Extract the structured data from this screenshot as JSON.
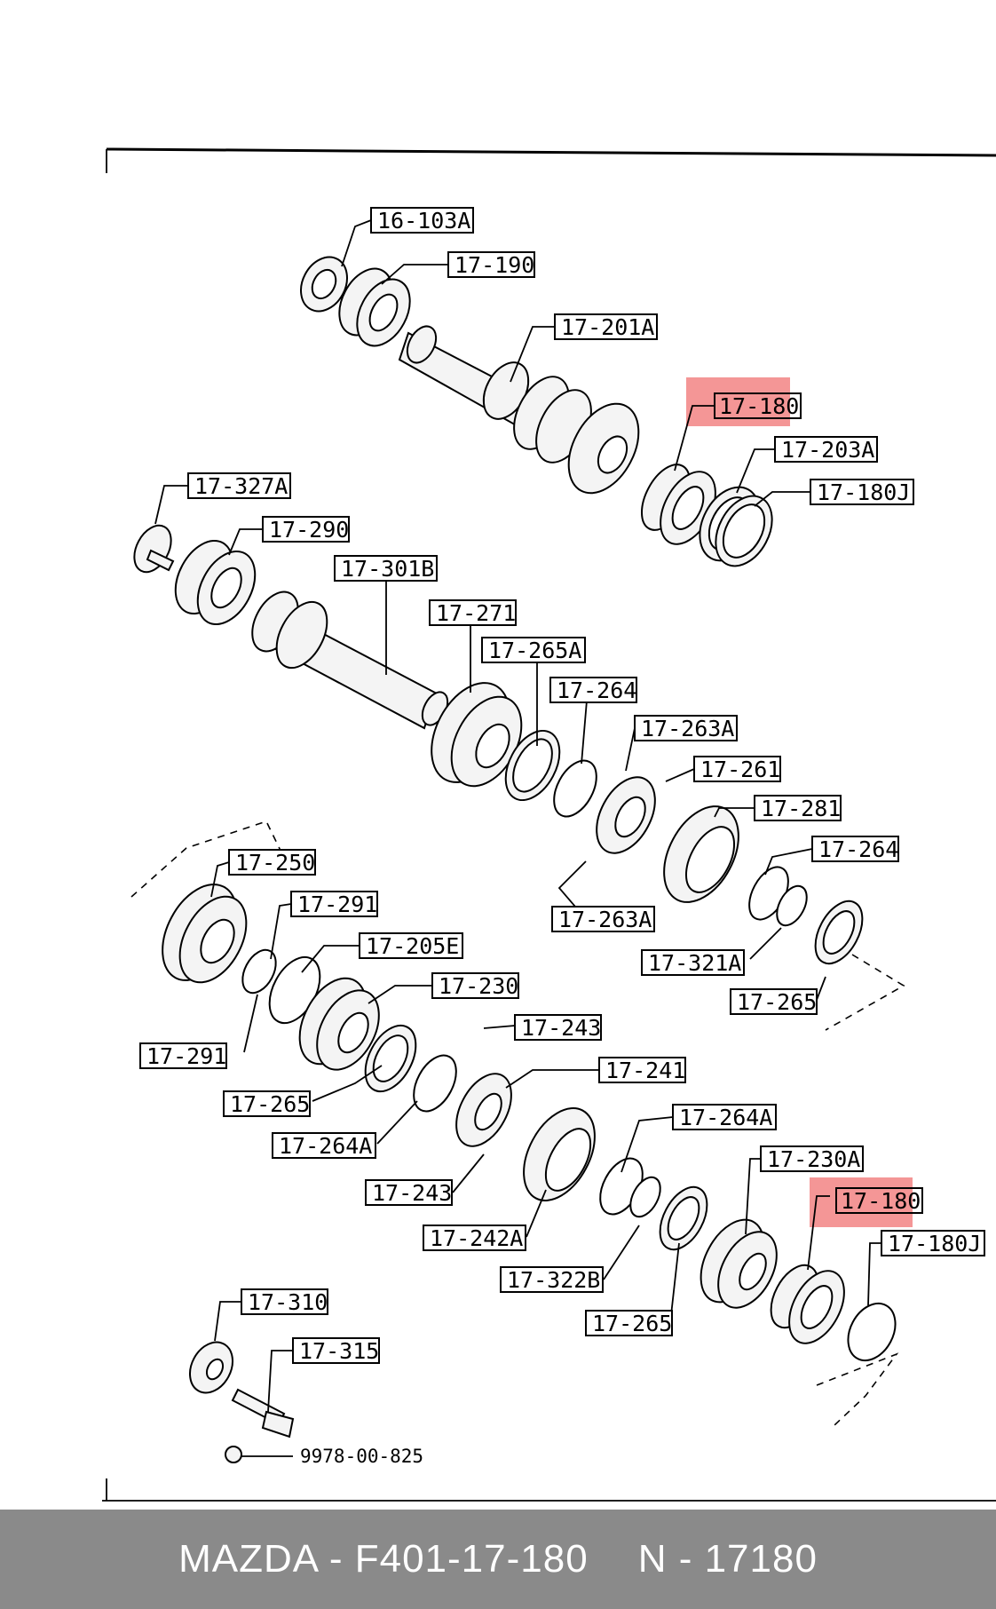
{
  "labels": {
    "l16_103A": "16-103A",
    "l17_190": "17-190",
    "l17_201A": "17-201A",
    "l17_180_top": "17-180",
    "l17_203A": "17-203A",
    "l17_180J_top": "17-180J",
    "l17_327A": "17-327A",
    "l17_290": "17-290",
    "l17_301B": "17-301B",
    "l17_271": "17-271",
    "l17_265A": "17-265A",
    "l17_264_a": "17-264",
    "l17_263A_top": "17-263A",
    "l17_261": "17-261",
    "l17_281": "17-281",
    "l17_264_b": "17-264",
    "l17_263A_bottom": "17-263A",
    "l17_321A": "17-321A",
    "l17_265_a": "17-265",
    "l17_250": "17-250",
    "l17_291_top": "17-291",
    "l17_205E": "17-205E",
    "l17_230": "17-230",
    "l17_291_bottom": "17-291",
    "l17_243_top": "17-243",
    "l17_241": "17-241",
    "l17_265_b": "17-265",
    "l17_264A_left": "17-264A",
    "l17_264A_right": "17-264A",
    "l17_243_bottom": "17-243",
    "l17_230A": "17-230A",
    "l17_180_bottom": "17-180",
    "l17_180J_bottom": "17-180J",
    "l17_242A": "17-242A",
    "l17_322B": "17-322B",
    "l17_265_c": "17-265",
    "l17_310": "17-310",
    "l17_315": "17-315",
    "l9978": "9978-00-825"
  },
  "highlight_color": "#f06a6a",
  "footer": {
    "part_ref": "MAZDA - F401-17-180",
    "oem_ref": "N - 17180"
  }
}
